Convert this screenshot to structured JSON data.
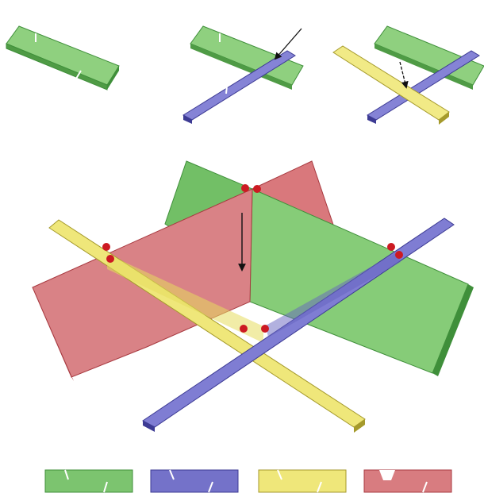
{
  "diagram": {
    "steps": [
      {
        "id": "step-1",
        "pieces": [
          "green"
        ]
      },
      {
        "id": "step-2",
        "pieces": [
          "green",
          "blue"
        ],
        "has_arrow": true
      },
      {
        "id": "step-3",
        "pieces": [
          "green",
          "blue",
          "yellow"
        ],
        "has_arrow": true
      },
      {
        "id": "assembled",
        "pieces": [
          "green",
          "red",
          "yellow",
          "blue"
        ],
        "has_arrow": true
      }
    ],
    "joint_marker_count": 8,
    "slot_legend_pieces": [
      "green",
      "blue",
      "yellow",
      "red"
    ]
  },
  "colors": {
    "green": "#7cc46f",
    "green_edge": "#3f8f3a",
    "blue": "#7472c9",
    "blue_edge": "#3d3b94",
    "yellow": "#efe77a",
    "yellow_edge": "#a59a2c",
    "red": "#d87c80",
    "red_edge": "#a83a40",
    "marker": "#cc1a22",
    "arrow": "#111111",
    "background": "#ffffff"
  }
}
